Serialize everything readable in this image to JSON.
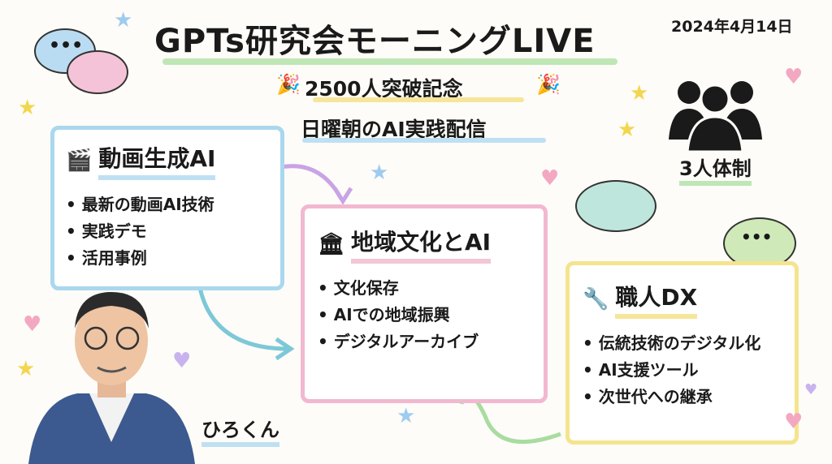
{
  "header": {
    "title": "GPTs研究会モーニングLIVE",
    "date": "2024年4月14日",
    "subtitle1": "2500人突破記念",
    "subtitle2": "日曜朝のAI実践配信"
  },
  "team": {
    "label": "3人体制"
  },
  "presenter": {
    "name": "ひろくん"
  },
  "sections": [
    {
      "title": "動画生成AI",
      "icon": "clapperboard-icon",
      "items": [
        "最新の動画AI技術",
        "実践デモ",
        "活用事例"
      ]
    },
    {
      "title": "地域文化とAI",
      "icon": "building-icon",
      "items": [
        "文化保存",
        "AIでの地域振興",
        "デジタルアーカイブ"
      ]
    },
    {
      "title": "職人DX",
      "icon": "wrench-icon",
      "items": [
        "伝統技術のデジタル化",
        "AI支援ツール",
        "次世代への継承"
      ]
    }
  ],
  "colors": {
    "blue": "#a9d8ee",
    "pink": "#f2b8cf",
    "yellow": "#f5e48e",
    "green": "#bfe6b5"
  }
}
